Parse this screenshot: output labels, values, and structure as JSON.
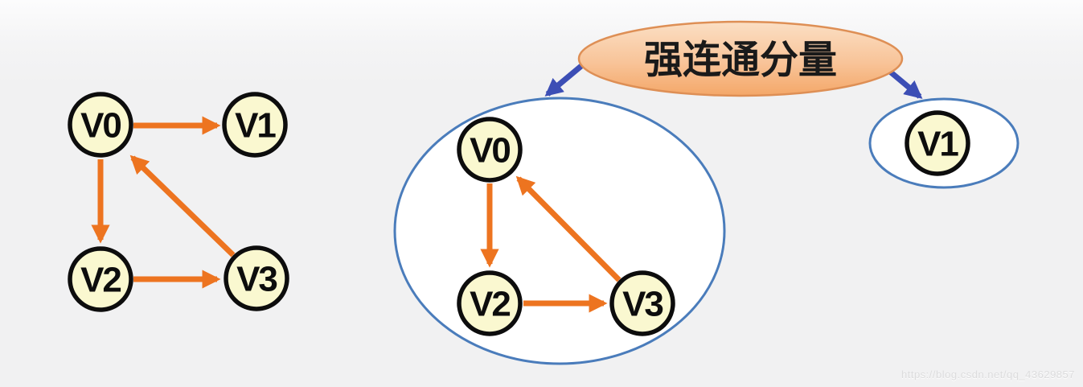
{
  "title_bubble": {
    "label": "强连通分量"
  },
  "watermark": "https://blog.csdn.net/qq_43629857",
  "colors": {
    "background": "#F1F1F2",
    "edge_orange": "#ED7420",
    "pointer_blue": "#3C4EB5",
    "scc_oval_border": "#4A7CBB",
    "scc_oval_fill": "#FFFFFF",
    "node_fill": "#FAF8D0",
    "node_border": "#0D0D0D",
    "bubble_fill_top": "#FBDFC4",
    "bubble_fill_bottom": "#F4A768",
    "bubble_border": "#DE8F55"
  },
  "original_graph": {
    "nodes": [
      {
        "label": "V0"
      },
      {
        "label": "V1"
      },
      {
        "label": "V2"
      },
      {
        "label": "V3"
      }
    ],
    "edges": [
      {
        "from": "V0",
        "to": "V1"
      },
      {
        "from": "V0",
        "to": "V2"
      },
      {
        "from": "V2",
        "to": "V3"
      },
      {
        "from": "V3",
        "to": "V0"
      }
    ]
  },
  "scc_groups": [
    {
      "nodes": [
        {
          "label": "V0"
        },
        {
          "label": "V2"
        },
        {
          "label": "V3"
        }
      ],
      "edges": [
        {
          "from": "V0",
          "to": "V2"
        },
        {
          "from": "V2",
          "to": "V3"
        },
        {
          "from": "V3",
          "to": "V0"
        }
      ]
    },
    {
      "nodes": [
        {
          "label": "V1"
        }
      ],
      "edges": []
    }
  ]
}
